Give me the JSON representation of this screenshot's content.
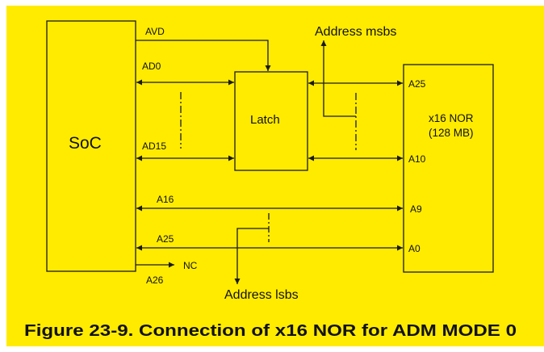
{
  "colors": {
    "background": "#ffeb00",
    "ink": "#1a1a1a"
  },
  "blocks": {
    "soc": {
      "label": "SoC"
    },
    "latch": {
      "label": "Latch"
    },
    "nor": {
      "label_line1": "x16 NOR",
      "label_line2": "(128 MB)"
    }
  },
  "signals": {
    "avd": "AVD",
    "ad0": "AD0",
    "ad15": "AD15",
    "a16": "A16",
    "a25_soc": "A25",
    "a26": "A26",
    "nc": "NC"
  },
  "nor_pins": {
    "a25": "A25",
    "a10": "A10",
    "a9": "A9",
    "a0": "A0"
  },
  "annotations": {
    "address_msbs": "Address msbs",
    "address_lsbs": "Address lsbs"
  },
  "caption": "Figure 23-9. Connection of x16 NOR for ADM MODE 0"
}
